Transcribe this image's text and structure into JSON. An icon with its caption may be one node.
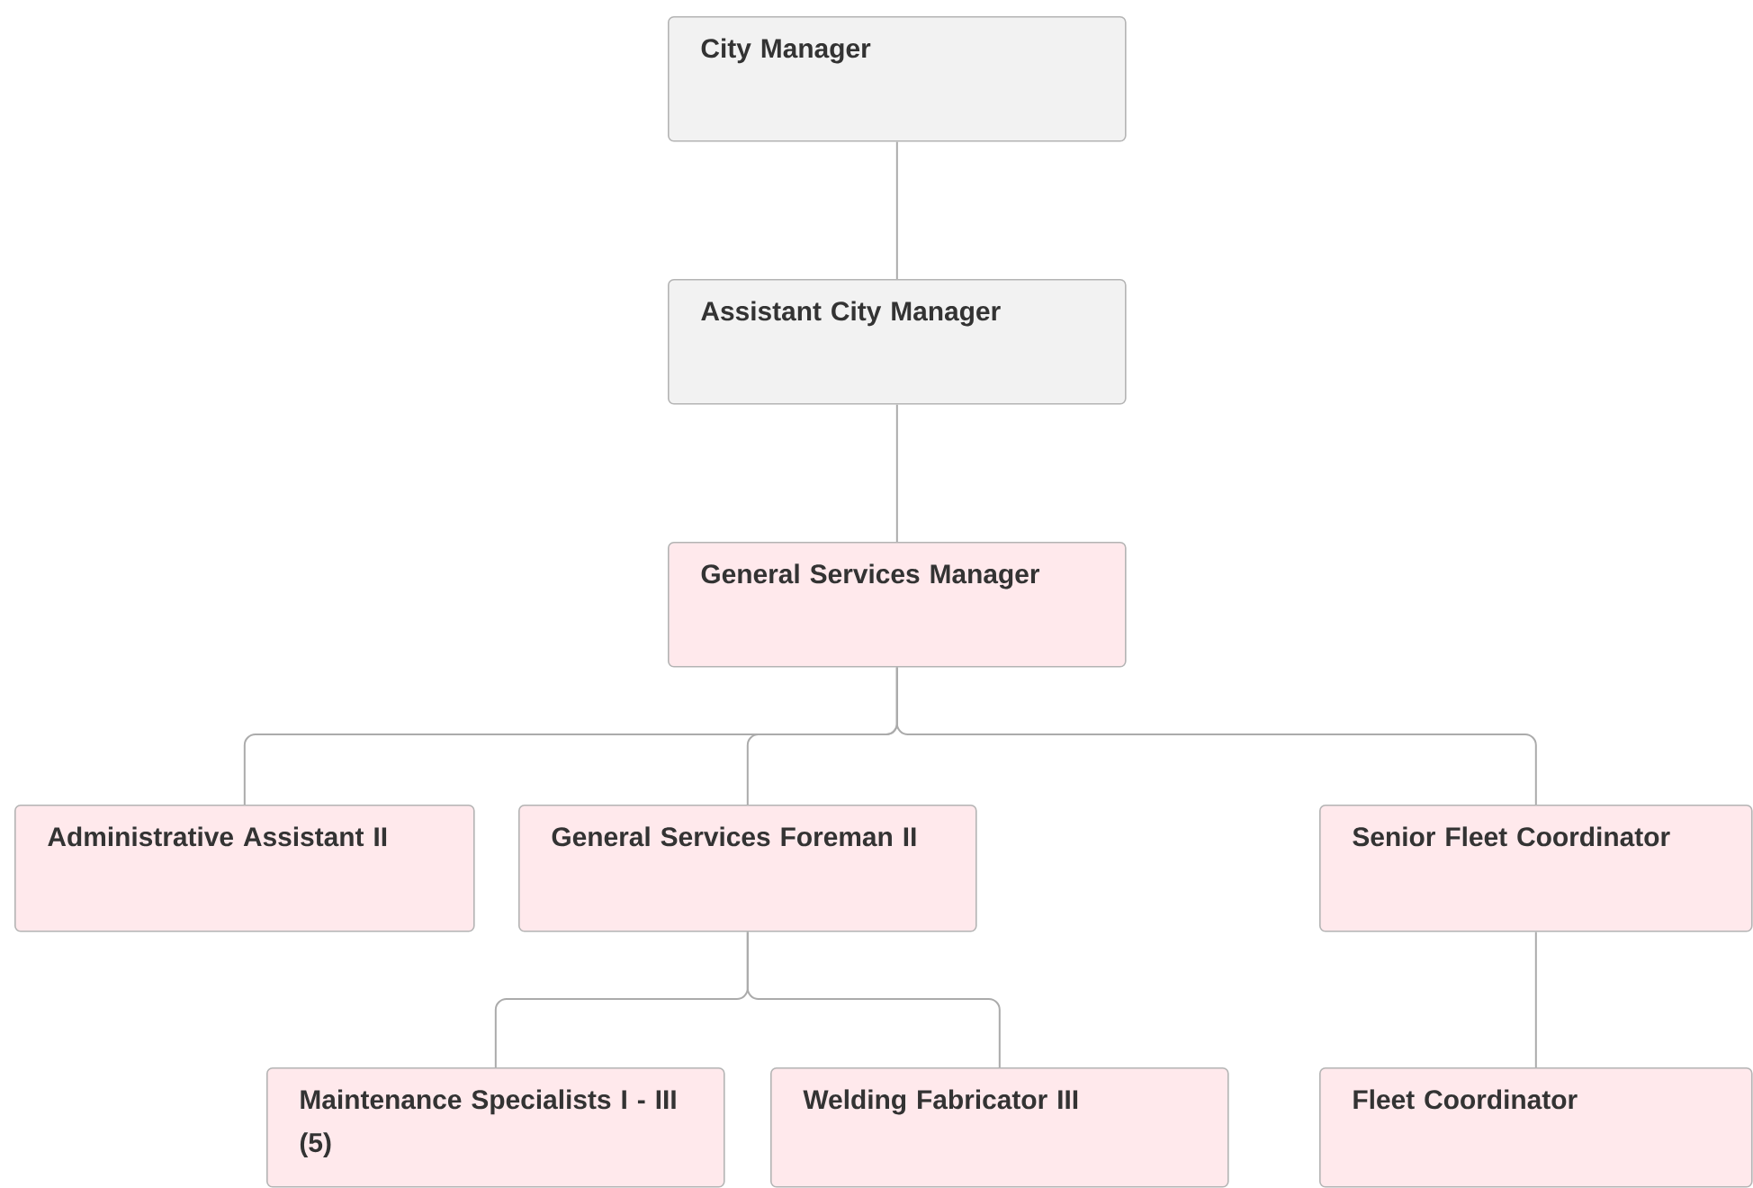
{
  "diagram": {
    "nodes": [
      {
        "text": [
          "City Manager"
        ]
      },
      {
        "text": [
          "Assistant City Manager"
        ]
      },
      {
        "text": [
          "General Services Manager"
        ]
      },
      {
        "text": [
          "Administrative Assistant II"
        ]
      },
      {
        "text": [
          "General Services Foreman II"
        ]
      },
      {
        "text": [
          "Senior Fleet Coordinator"
        ]
      },
      {
        "text": [
          "Maintenance Specialists I - III (5)"
        ]
      },
      {
        "text": [
          "Welding Fabricator III"
        ]
      },
      {
        "text": [
          "Fleet Coordinator"
        ]
      }
    ],
    "edges": [
      {
        "from": 0,
        "to": 1,
        "arrow": "none"
      },
      {
        "from": 1,
        "to": 2,
        "arrow": "none"
      },
      {
        "from": 2,
        "to": 3,
        "arrow": "none"
      },
      {
        "from": 2,
        "to": 4,
        "arrow": "none"
      },
      {
        "from": 2,
        "to": 5,
        "arrow": "none"
      },
      {
        "from": 4,
        "to": 6,
        "arrow": "none"
      },
      {
        "from": 4,
        "to": 7,
        "arrow": "none"
      },
      {
        "from": 5,
        "to": 8,
        "arrow": "none"
      }
    ]
  }
}
